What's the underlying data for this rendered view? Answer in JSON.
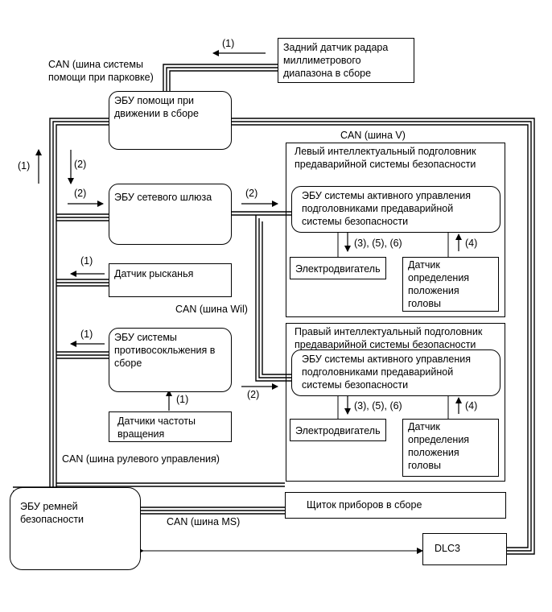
{
  "nodes": {
    "radar": "Задний датчик радара\nмиллиметрового\nдиапазона в сборе",
    "driving_assist": "ЭБУ помощи при\nдвижении в сборе",
    "gateway": "ЭБУ сетевого шлюза",
    "yaw": "Датчик рысканья",
    "anticollision": "ЭБУ системы\nпротивосокльжения в\nсборе",
    "speed_sensors": "Датчики частоты\nвращения",
    "seatbelt": "ЭБУ ремней\nбезопасности",
    "meter": "Щиток приборов в сборе",
    "dlc3": "DLC3",
    "left_group_title": "Левый интеллектуальный подголовник\nпредаварийной системы безопасности",
    "left_ecu": "ЭБУ системы активного управления\nподголовниками предаварийной\nсистемы безопасности",
    "left_motor": "Электродвигатель",
    "left_head_sensor": "Датчик\nопределения\nположения\nголовы",
    "right_group_title": "Правый интеллектуальный подголовник\nпредаварийной системы безопасности",
    "right_ecu": "ЭБУ системы активного управления\nподголовниками предаварийной\nсистемы безопасности",
    "right_motor": "Электродвигатель",
    "right_head_sensor": "Датчик\nопределения\nположения\nголовы"
  },
  "bus_labels": {
    "parking": "CAN (шина системы\nпомощи при парковке)",
    "v_bus": "CAN (шина V)",
    "wil_bus": "CAN (шина Wil)",
    "steering_bus": "CAN (шина рулевого управления)",
    "ms_bus": "CAN (шина MS)"
  },
  "signal_labels": {
    "s1": "(1)",
    "s2": "(2)",
    "s356": "(3), (5), (6)",
    "s4": "(4)"
  }
}
